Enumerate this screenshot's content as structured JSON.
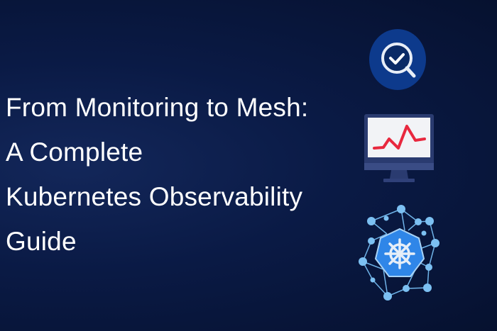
{
  "title_lines": [
    "From Monitoring to Mesh:",
    "A Complete",
    "Kubernetes Observability",
    "Guide"
  ],
  "icons": [
    "magnifier-check-icon",
    "monitor-chart-icon",
    "kubernetes-network-icon"
  ],
  "colors": {
    "accent_blue": "#2f86e8",
    "chart_red": "#e8283e",
    "node_blue": "#7cc0f2"
  }
}
